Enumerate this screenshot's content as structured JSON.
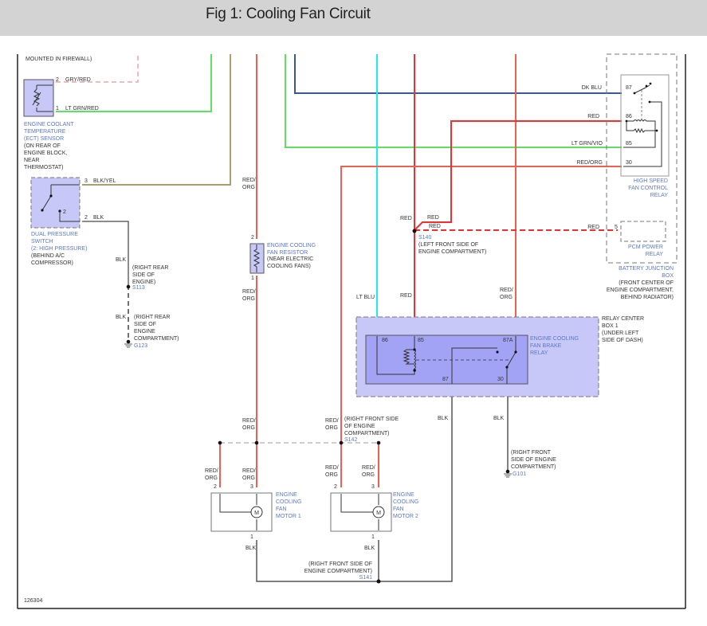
{
  "figure": {
    "title": "Fig 1: Cooling Fan Circuit",
    "figure_id": "126304"
  },
  "colors": {
    "header_bg": "#d3d3d3",
    "component_fill": "#c8c8f8",
    "relay_inner_fill": "#a3a3f5",
    "label_blue": "#5b79c4",
    "wire_red": "#f03030",
    "wire_red_org": "#f06050",
    "wire_lt_grn": "#60e060",
    "wire_dk_blu": "#3a5898",
    "wire_lt_blu": "#20e8f0",
    "wire_blk": "#555555",
    "wire_blk_yel": "#a8a070",
    "wire_gry_red": "#e8a8a8"
  },
  "components": {
    "top_note": "MOUNTED IN FIREWALL)",
    "ect_sensor": {
      "name_lines": [
        "ENGINE COOLANT",
        "TEMPERATURE",
        "(ECT) SENSOR"
      ],
      "location_lines": [
        "(ON REAR OF",
        "ENGINE BLOCK,",
        "NEAR",
        "THERMOSTAT)"
      ],
      "pins": [
        {
          "pin": "2",
          "wire": "GRY/RED"
        },
        {
          "pin": "1",
          "wire": "LT GRN/RED"
        }
      ]
    },
    "dual_pressure_switch": {
      "name_lines": [
        "DUAL PRESSURE",
        "SWITCH",
        "(2: HIGH PRESSURE)"
      ],
      "location_lines": [
        "(BEHIND A/C",
        "COMPRESSOR)"
      ],
      "internal_pin": "2",
      "pins": [
        {
          "pin": "3",
          "wire": "BLK/YEL"
        },
        {
          "pin": "2",
          "wire": "BLK"
        }
      ]
    },
    "s113": {
      "wire": "BLK",
      "location_lines": [
        "(RIGHT REAR",
        "SIDE OF",
        "ENGINE)"
      ],
      "id": "S113"
    },
    "g123": {
      "wire": "BLK",
      "location_lines": [
        "(RIGHT REAR",
        "SIDE OF",
        "ENGINE",
        "COMPARTMENT)"
      ],
      "id": "G123"
    },
    "fan_resistor": {
      "name_lines": [
        "ENGINE COOLING",
        "FAN RESISTOR"
      ],
      "location_lines": [
        "(NEAR ELECTRIC",
        "COOLING FANS)"
      ],
      "pin_top": "2",
      "pin_bottom": "1",
      "wire_top": [
        "RED/",
        "ORG"
      ],
      "wire_bottom": [
        "RED/",
        "ORG"
      ]
    },
    "high_speed_relay": {
      "name_lines": [
        "HIGH SPEED",
        "FAN CONTROL",
        "RELAY"
      ],
      "pins": [
        {
          "pin": "87",
          "wire": "DK BLU"
        },
        {
          "pin": "86",
          "wire": "RED"
        },
        {
          "pin": "85",
          "wire": "LT GRN/VIO"
        },
        {
          "pin": "30",
          "wire": "RED/ORG"
        }
      ]
    },
    "pcm_power_relay": {
      "name_lines": [
        "PCM POWER",
        "RELAY"
      ],
      "pin": "5",
      "wire": "RED"
    },
    "battery_junction_box": {
      "name_lines": [
        "BATTERY JUNCTION",
        "BOX"
      ],
      "location_lines": [
        "(FRONT CENTER OF",
        "ENGINE COMPARTMENT,",
        "BEHIND RADIATOR)"
      ]
    },
    "s140": {
      "id": "S140",
      "location_lines": [
        "(LEFT FRONT SIDE OF",
        "ENGINE COMPARTMENT)"
      ],
      "wires": [
        "RED",
        "RED",
        "RED"
      ]
    },
    "relay_center_box": {
      "name_lines": [
        "RELAY CENTER",
        "BOX 1"
      ],
      "location_lines": [
        "(UNDER LEFT",
        "SIDE OF DASH)"
      ]
    },
    "brake_relay": {
      "name_lines": [
        "ENGINE COOLING",
        "FAN BRAKE",
        "RELAY"
      ],
      "pins": [
        "86",
        "85",
        "87A",
        "87",
        "30"
      ],
      "wires_in": [
        "LT BLU",
        "RED",
        "RED/ORG"
      ],
      "wire_in_org": [
        "RED/",
        "ORG"
      ],
      "wires_out": [
        "BLK",
        "BLK"
      ]
    },
    "s142": {
      "id": "S142",
      "location_lines": [
        "(RIGHT FRONT SIDE",
        "OF ENGINE",
        "COMPARTMENT)"
      ],
      "wire": [
        "RED/",
        "ORG"
      ]
    },
    "g101": {
      "id": "G101",
      "location_lines": [
        "(RIGHT FRONT",
        "SIDE OF ENGINE",
        "COMPARTMENT)"
      ]
    },
    "fan_motor_1": {
      "name_lines": [
        "ENGINE",
        "COOLING",
        "FAN",
        "MOTOR 1"
      ],
      "pins": [
        "2",
        "3",
        "1"
      ],
      "wire_in": [
        "RED/",
        "ORG"
      ],
      "wire_out": "BLK",
      "symbol": "M"
    },
    "fan_motor_2": {
      "name_lines": [
        "ENGINE",
        "COOLING",
        "FAN",
        "MOTOR 2"
      ],
      "pins": [
        "2",
        "3",
        "1"
      ],
      "wire_in": [
        "RED/",
        "ORG"
      ],
      "wire_out": "BLK",
      "symbol": "M"
    },
    "s141": {
      "id": "S141",
      "location_lines": [
        "(RIGHT FRONT SIDE OF",
        "ENGINE COMPARTMENT)"
      ]
    }
  }
}
